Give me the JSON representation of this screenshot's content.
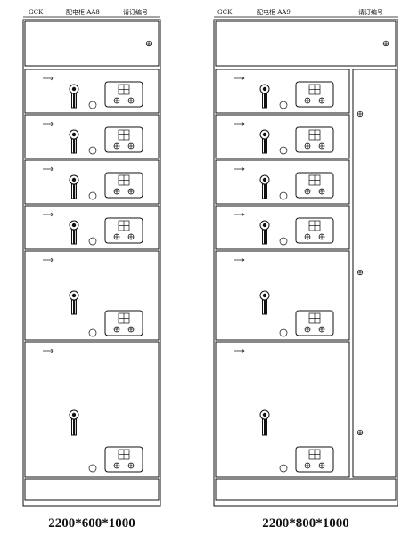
{
  "cabinets": [
    {
      "header": {
        "left": "GCK",
        "mid": "配电柜 AA8",
        "right": "请订编号"
      },
      "caption": "2200*600*1000"
    },
    {
      "header": {
        "left": "GCK",
        "mid": "配电柜 AA9",
        "right": "请订编号"
      },
      "caption": "2200*800*1000"
    }
  ]
}
